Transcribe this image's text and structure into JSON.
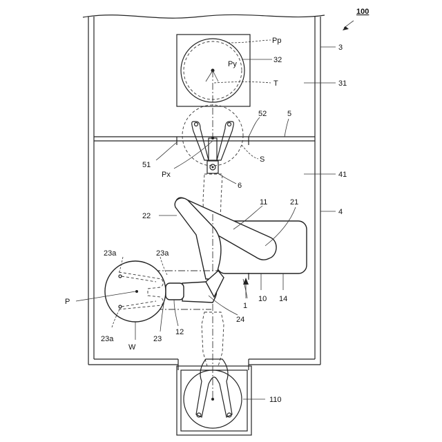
{
  "labels": {
    "system": "100",
    "chamber_upper": "3",
    "space_upper": "31",
    "partition": "5",
    "gate": "52",
    "opening": "51",
    "chamber_lower": "4",
    "space_lower": "41",
    "stage": "32",
    "point_pp": "Pp",
    "point_py": "Py",
    "point_t": "T",
    "point_s": "S",
    "point_px": "Px",
    "sensor": "6",
    "arm_upper": "11",
    "arm_link": "21",
    "arm_lower": "22",
    "hand": "23",
    "finger_a1": "23a",
    "finger_a2": "23a",
    "finger_a3": "23a",
    "point_p": "P",
    "wafer": "W",
    "robot": "1",
    "base_body": "10",
    "base": "14",
    "wrist": "24",
    "joint": "12",
    "port": "110"
  }
}
